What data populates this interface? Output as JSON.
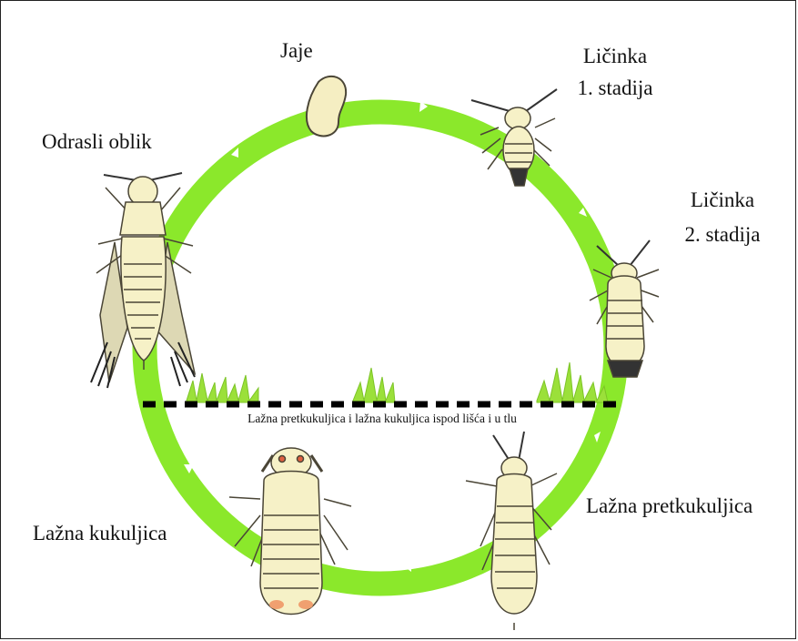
{
  "diagram": {
    "stages": {
      "egg": "Jaje",
      "larva1_line1": "Ličinka",
      "larva1_line2": "1. stadija",
      "larva2_line1": "Ličinka",
      "larva2_line2": "2. stadija",
      "adult": "Odrasli oblik",
      "pupa": "Lažna kukuljica",
      "prepupa": "Lažna pretkukuljica"
    },
    "underground_caption": "Lažna pretkukuljica i lažna kukuljica ispod lišća i u tlu"
  },
  "colors": {
    "cycle_ring": "#8be82b",
    "arrow": "#ffffff",
    "insect_body": "#f6f1c7",
    "insect_outline": "#4a4536",
    "egg": "#f5eec2",
    "grass": "#9be03a",
    "soil_line": "#000000"
  }
}
